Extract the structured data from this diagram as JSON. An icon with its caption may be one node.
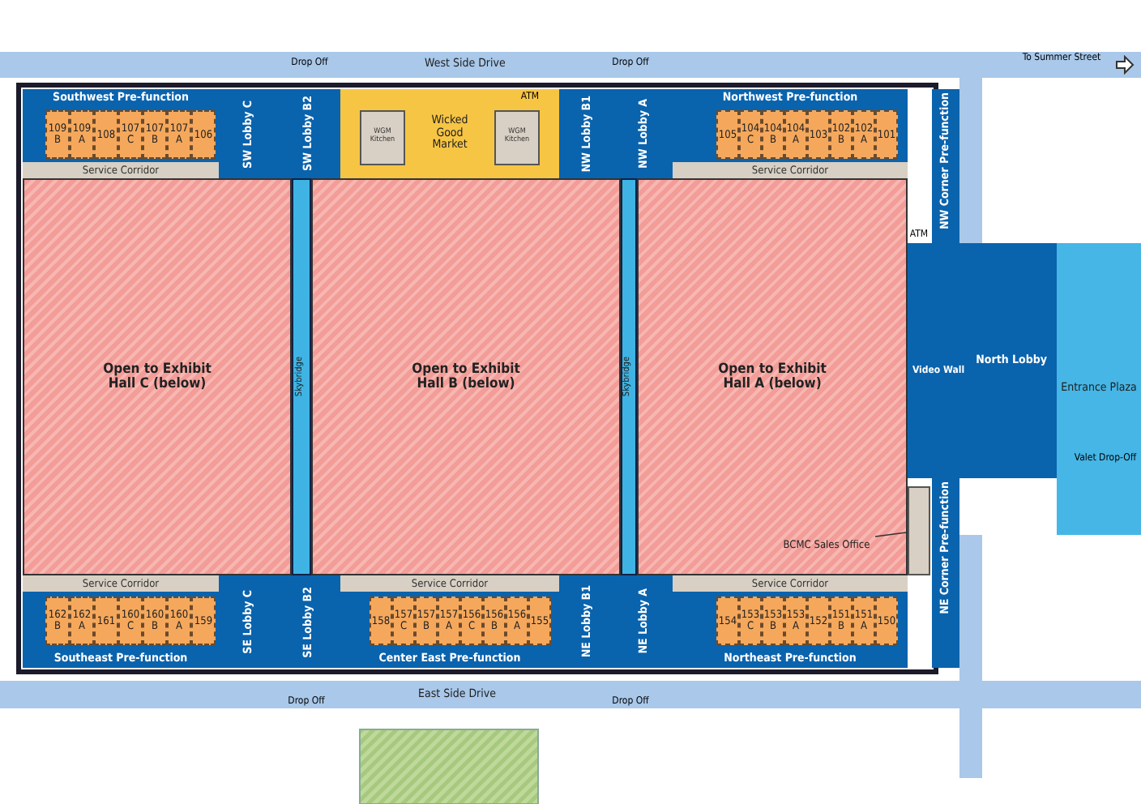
{
  "diagram": {
    "nodes": [
      {
        "text": [
          "West Side Drive"
        ]
      },
      {
        "text": [
          "East Side Drive"
        ]
      },
      {
        "text": [
          "Southwest Pre-function"
        ]
      },
      {
        "text": [
          "109 B"
        ],
        "in": 2
      },
      {
        "text": [
          "109 A"
        ],
        "in": 2
      },
      {
        "text": [
          "108"
        ],
        "in": 2
      },
      {
        "text": [
          "107 C"
        ],
        "in": 2
      },
      {
        "text": [
          "107 B"
        ],
        "in": 2
      },
      {
        "text": [
          "107 A"
        ],
        "in": 2
      },
      {
        "text": [
          "106"
        ],
        "in": 2
      },
      {
        "text": [
          "Service Corridor"
        ]
      },
      {
        "text": [
          "SW Lobby C"
        ]
      },
      {
        "text": [
          "SW Lobby B2"
        ]
      },
      {
        "text": [
          "Wicked Good Market"
        ]
      },
      {
        "text": [
          "WGM Kitchen"
        ],
        "in": 13
      },
      {
        "text": [
          "WGM Kitchen"
        ],
        "in": 13
      },
      {
        "text": [
          "NW Lobby B1"
        ]
      },
      {
        "text": [
          "NW Lobby A"
        ]
      },
      {
        "text": [
          "Northwest Pre-function"
        ]
      },
      {
        "text": [
          "105"
        ],
        "in": 18
      },
      {
        "text": [
          "104 C"
        ],
        "in": 18
      },
      {
        "text": [
          "104 B"
        ],
        "in": 18
      },
      {
        "text": [
          "104 A"
        ],
        "in": 18
      },
      {
        "text": [
          "103"
        ],
        "in": 18
      },
      {
        "text": [
          "102 B"
        ],
        "in": 18
      },
      {
        "text": [
          "102 A"
        ],
        "in": 18
      },
      {
        "text": [
          "101"
        ],
        "in": 18
      },
      {
        "text": [
          "Service Corridor"
        ]
      },
      {
        "text": [
          "NW Corner Pre-function"
        ]
      },
      {
        "text": [
          "Open to Exhibit Hall C (below)"
        ]
      },
      {
        "text": [
          "Skybridge"
        ]
      },
      {
        "text": [
          "Open to Exhibit Hall B (below)"
        ]
      },
      {
        "text": [
          "Skybridge"
        ]
      },
      {
        "text": [
          "Open to Exhibit Hall A (below)"
        ]
      },
      {
        "text": [
          "North Lobby"
        ]
      },
      {
        "text": [
          "Entrance Plaza"
        ]
      },
      {
        "text": [
          "BCMC Sales Office"
        ],
        "in": 33
      },
      {
        "text": [],
        "shape": "box"
      },
      {
        "text": [
          "NE Corner Pre-function"
        ]
      },
      {
        "text": [
          "Service Corridor"
        ]
      },
      {
        "text": [
          "Southeast Pre-function"
        ]
      },
      {
        "text": [
          "162 B"
        ],
        "in": 40
      },
      {
        "text": [
          "162 A"
        ],
        "in": 40
      },
      {
        "text": [
          "161"
        ],
        "in": 40
      },
      {
        "text": [
          "160 C"
        ],
        "in": 40
      },
      {
        "text": [
          "160 B"
        ],
        "in": 40
      },
      {
        "text": [
          "160 A"
        ],
        "in": 40
      },
      {
        "text": [
          "159"
        ],
        "in": 40
      },
      {
        "text": [
          "SE Lobby C"
        ]
      },
      {
        "text": [
          "SE Lobby B2"
        ]
      },
      {
        "text": [
          "Service Corridor"
        ]
      },
      {
        "text": [
          "Center East Pre-function"
        ]
      },
      {
        "text": [
          "158"
        ],
        "in": 51
      },
      {
        "text": [
          "157 C"
        ],
        "in": 51
      },
      {
        "text": [
          "157 B"
        ],
        "in": 51
      },
      {
        "text": [
          "157 A"
        ],
        "in": 51
      },
      {
        "text": [
          "156 C"
        ],
        "in": 51
      },
      {
        "text": [
          "156 B"
        ],
        "in": 51
      },
      {
        "text": [
          "156 A"
        ],
        "in": 51
      },
      {
        "text": [
          "155"
        ],
        "in": 51
      },
      {
        "text": [
          "NE Lobby B1"
        ]
      },
      {
        "text": [
          "NE Lobby A"
        ]
      },
      {
        "text": [
          "Service Corridor"
        ]
      },
      {
        "text": [
          "Northeast Pre-function"
        ]
      },
      {
        "text": [
          "154"
        ],
        "in": 63
      },
      {
        "text": [
          "153 C"
        ],
        "in": 63
      },
      {
        "text": [
          "153 B"
        ],
        "in": 63
      },
      {
        "text": [
          "153 A"
        ],
        "in": 63
      },
      {
        "text": [
          "152"
        ],
        "in": 63
      },
      {
        "text": [
          "151 B"
        ],
        "in": 63
      },
      {
        "text": [
          "151 A"
        ],
        "in": 63
      },
      {
        "text": [
          "150"
        ],
        "in": 63
      }
    ],
    "edges": [
      {
        "from": 36,
        "to": 37,
        "arrow": "none"
      }
    ],
    "labels": [
      "Drop Off",
      "Drop Off",
      "To Summer Street",
      "ATM",
      "ATM",
      "Video Wall",
      "Valet Drop-Off",
      "Drop Off",
      "Drop Off"
    ]
  }
}
